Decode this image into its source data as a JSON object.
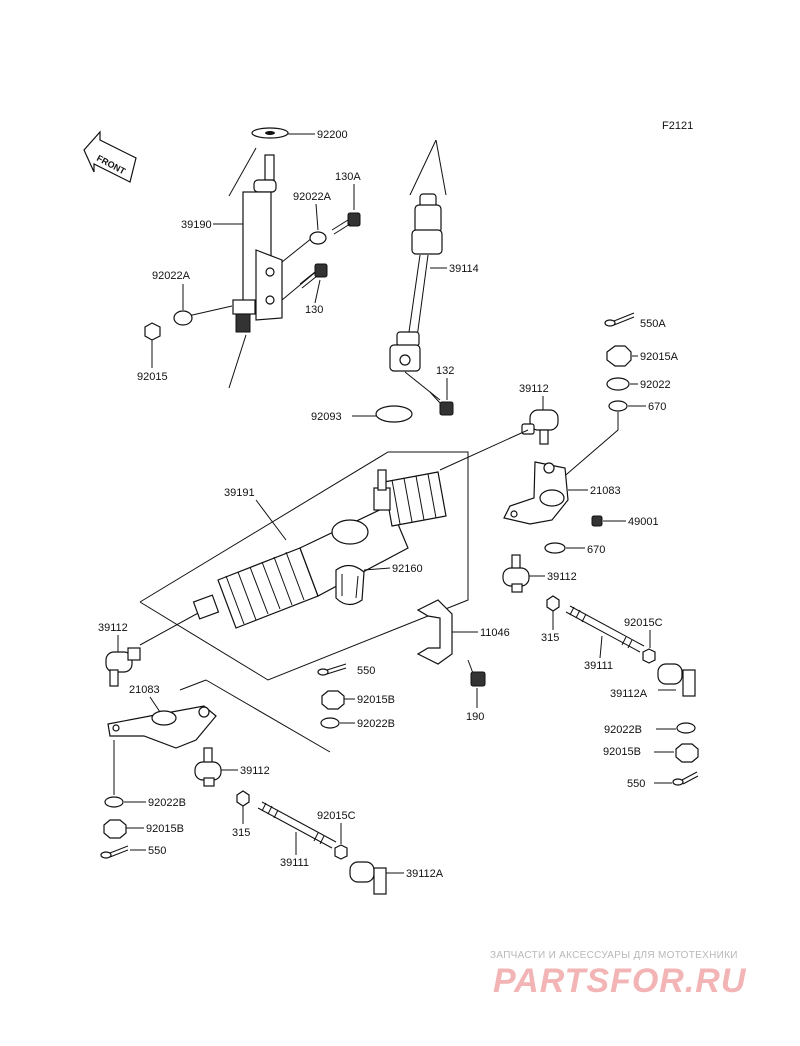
{
  "diagram": {
    "code": "F2121",
    "front_label": "FRONT",
    "labels": [
      {
        "id": "p92200",
        "text": "92200"
      },
      {
        "id": "p130a",
        "text": "130A"
      },
      {
        "id": "p92022a_1",
        "text": "92022A"
      },
      {
        "id": "p39190",
        "text": "39190"
      },
      {
        "id": "p92022a_2",
        "text": "92022A"
      },
      {
        "id": "p130",
        "text": "130"
      },
      {
        "id": "p92015_1",
        "text": "92015"
      },
      {
        "id": "p39114",
        "text": "39114"
      },
      {
        "id": "p132",
        "text": "132"
      },
      {
        "id": "p550a",
        "text": "550A"
      },
      {
        "id": "p92015a",
        "text": "92015A"
      },
      {
        "id": "p92022_1",
        "text": "92022"
      },
      {
        "id": "p670_1",
        "text": "670"
      },
      {
        "id": "p39112_top",
        "text": "39112"
      },
      {
        "id": "p92093",
        "text": "92093"
      },
      {
        "id": "p21083_r",
        "text": "21083"
      },
      {
        "id": "p49001",
        "text": "49001"
      },
      {
        "id": "p670_2",
        "text": "670"
      },
      {
        "id": "p39191",
        "text": "39191"
      },
      {
        "id": "p92160",
        "text": "92160"
      },
      {
        "id": "p39112_r",
        "text": "39112"
      },
      {
        "id": "p92015c_r",
        "text": "92015C"
      },
      {
        "id": "p315_r",
        "text": "315"
      },
      {
        "id": "p11046",
        "text": "11046"
      },
      {
        "id": "p39111_r",
        "text": "39111"
      },
      {
        "id": "p39112a_r",
        "text": "39112A"
      },
      {
        "id": "p39112_l",
        "text": "39112"
      },
      {
        "id": "p550_m",
        "text": "550"
      },
      {
        "id": "p92015b_m",
        "text": "92015B"
      },
      {
        "id": "p92022b_m",
        "text": "92022B"
      },
      {
        "id": "p190",
        "text": "190"
      },
      {
        "id": "p21083_l",
        "text": "21083"
      },
      {
        "id": "p92022b_r",
        "text": "92022B"
      },
      {
        "id": "p92015b_r",
        "text": "92015B"
      },
      {
        "id": "p550_r",
        "text": "550"
      },
      {
        "id": "p39112_bl",
        "text": "39112"
      },
      {
        "id": "p92022b_l",
        "text": "92022B"
      },
      {
        "id": "p92015b_l",
        "text": "92015B"
      },
      {
        "id": "p550_l",
        "text": "550"
      },
      {
        "id": "p315_l",
        "text": "315"
      },
      {
        "id": "p92015c_l",
        "text": "92015C"
      },
      {
        "id": "p39111_l",
        "text": "39111"
      },
      {
        "id": "p39112a_l",
        "text": "39112A"
      }
    ]
  },
  "watermark": {
    "text": "ЗАПЧАСТИ И АКСЕССУАРЫ ДЛЯ МОТОТЕХНИКИ",
    "logo": "PARTSFOR.RU"
  }
}
